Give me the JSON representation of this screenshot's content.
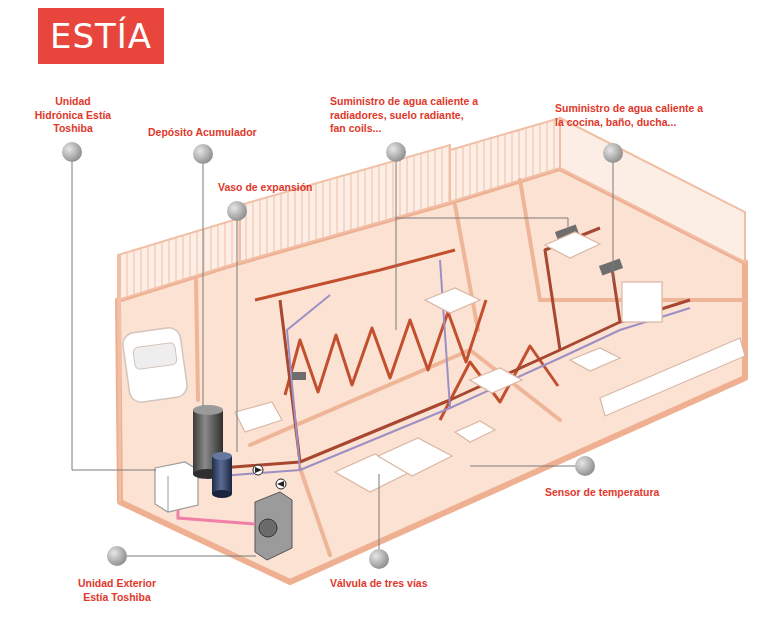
{
  "diagram": {
    "title": "ESTÍA",
    "labels": [
      "Unidad Hidrónica Estía Toshiba",
      "Depósito Acumulador",
      "Vaso de expansión",
      "Suministro de agua caliente a radiadores, suelo radiante, fan coils...",
      "Suministro de agua caliente a la cocina, baño, ducha...",
      "Sensor de temperatura",
      "Válvula de tres vías",
      "Unidad Exterior Estía Toshiba"
    ]
  }
}
